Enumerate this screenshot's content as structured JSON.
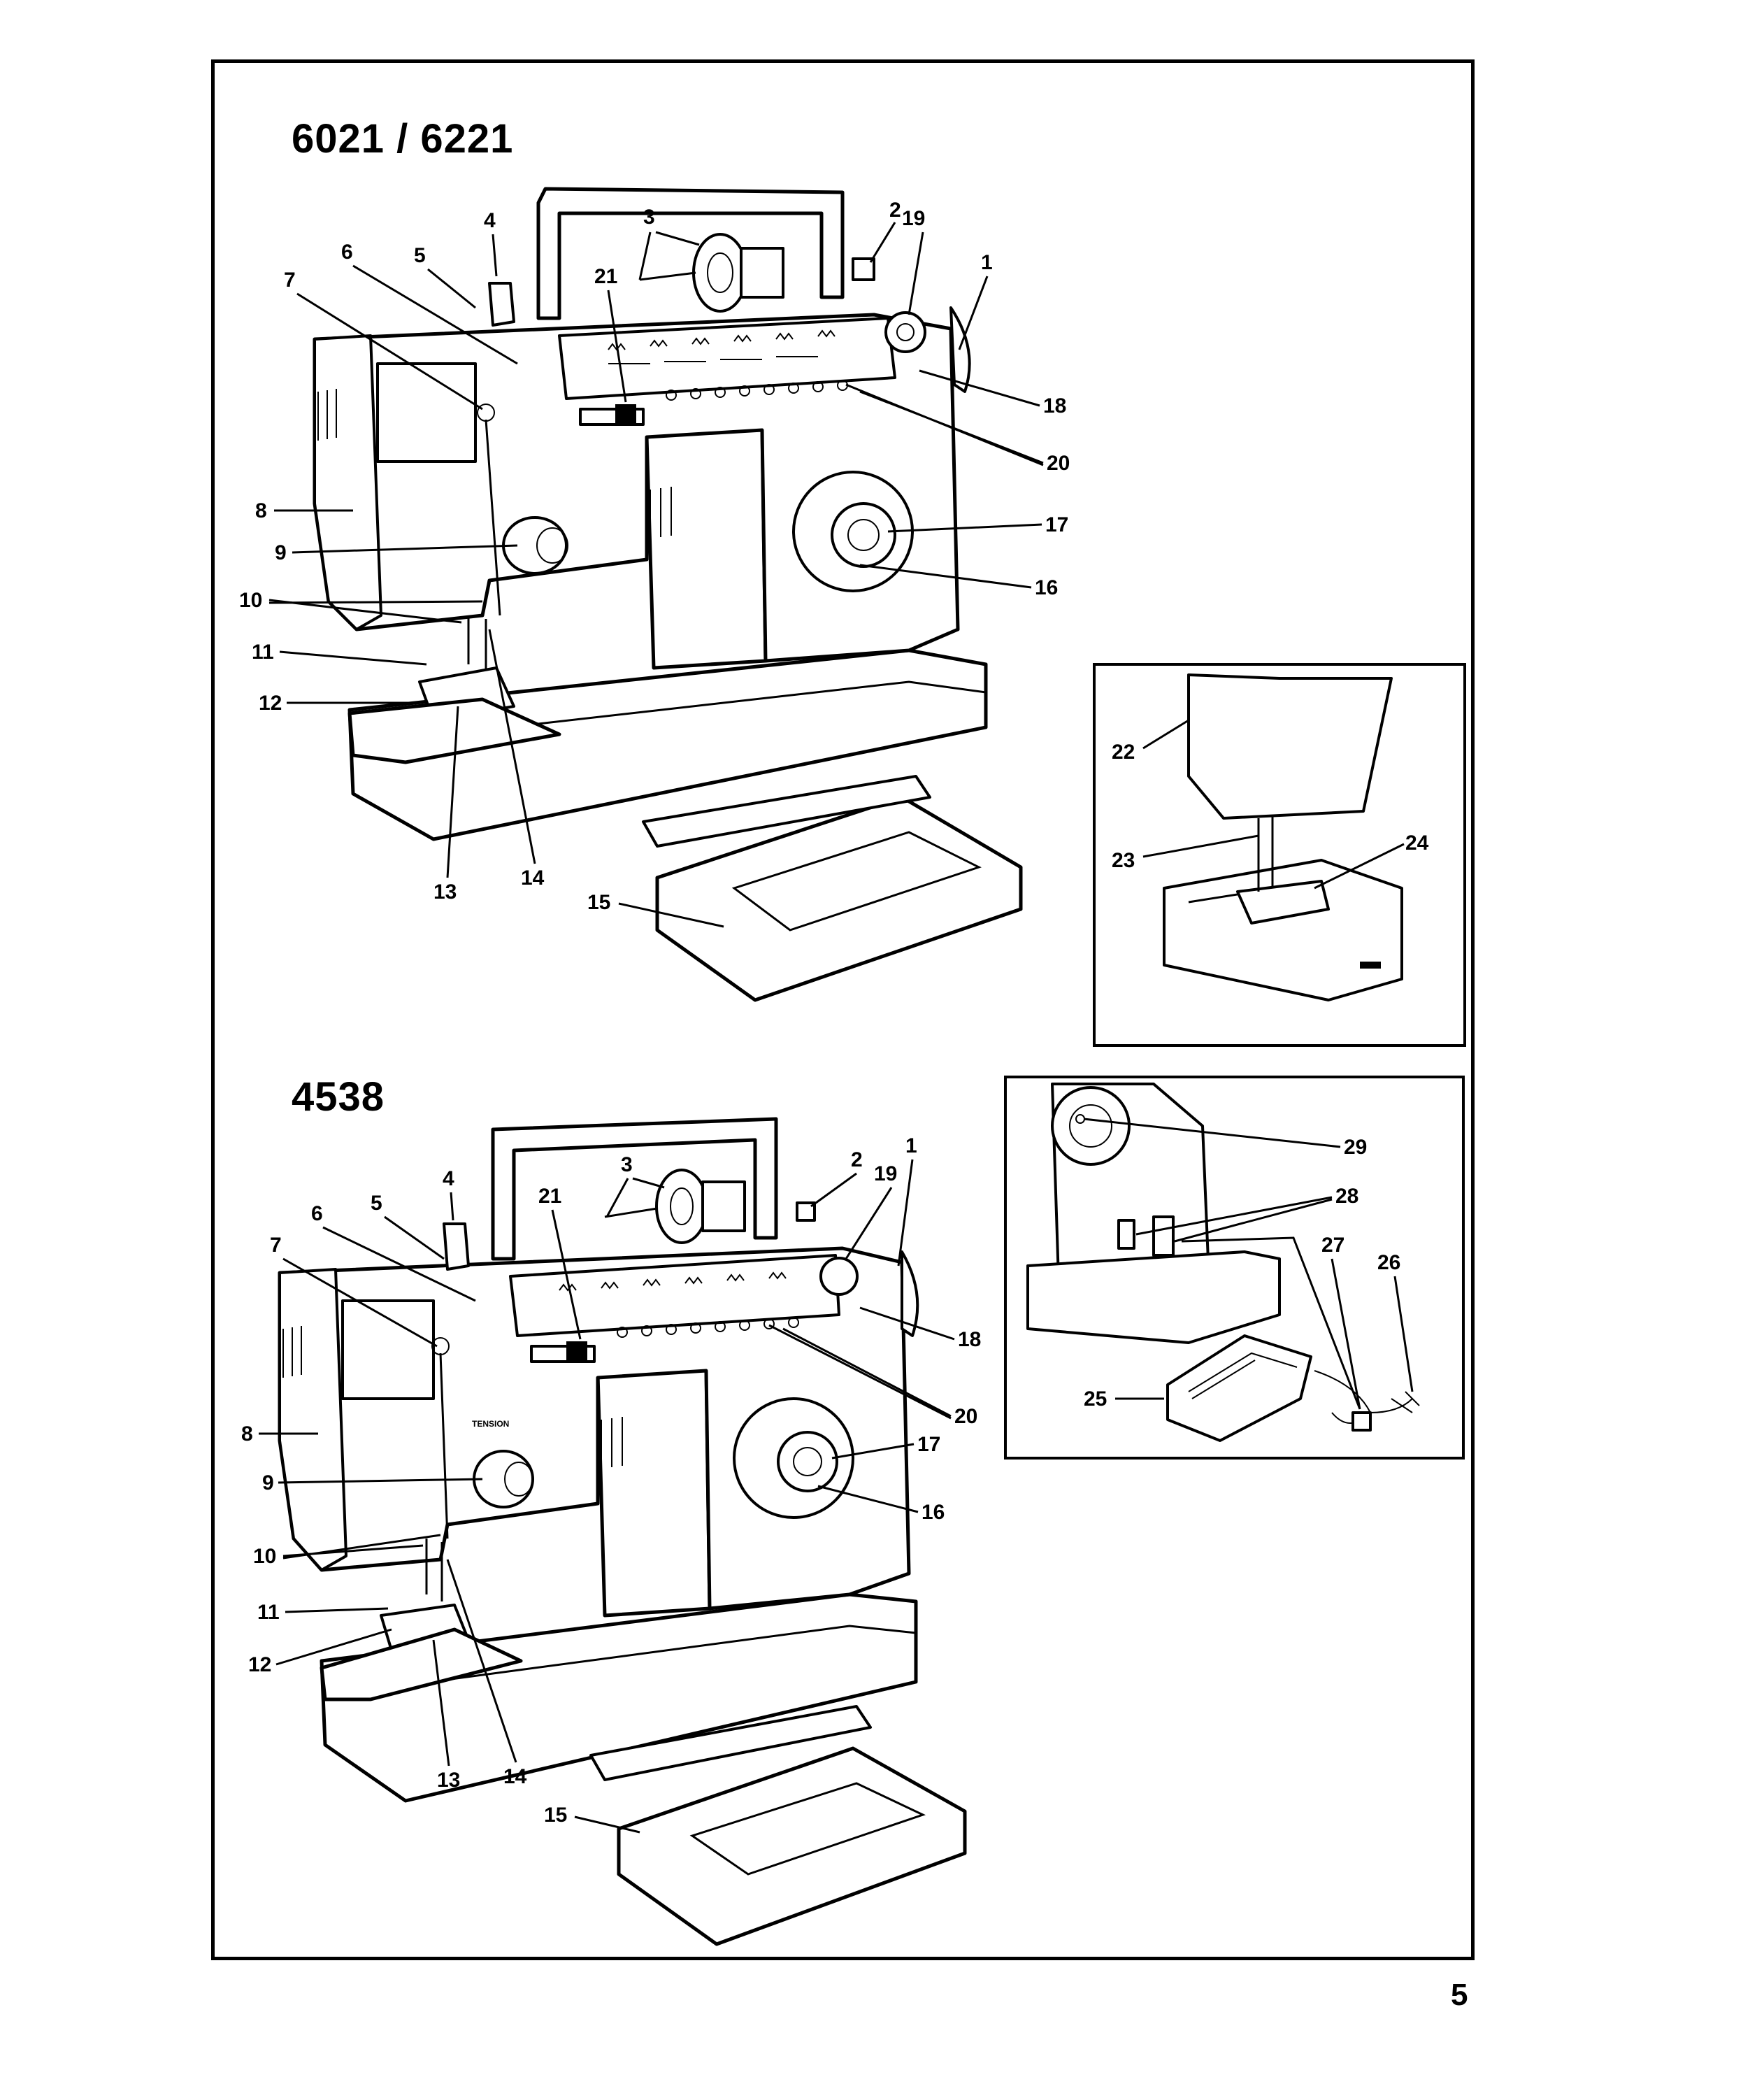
{
  "models": {
    "top": "6021 / 6221",
    "bottom": "4538"
  },
  "page_number": "5",
  "callouts_top": [
    "1",
    "2",
    "3",
    "4",
    "5",
    "6",
    "7",
    "8",
    "9",
    "10",
    "11",
    "12",
    "13",
    "14",
    "15",
    "16",
    "17",
    "18",
    "19",
    "20",
    "21"
  ],
  "callouts_inset_top": [
    "22",
    "23",
    "24"
  ],
  "callouts_inset_bottom": [
    "25",
    "26",
    "27",
    "28",
    "29"
  ],
  "callouts_bottom": [
    "1",
    "2",
    "3",
    "4",
    "5",
    "6",
    "7",
    "8",
    "9",
    "10",
    "11",
    "12",
    "13",
    "14",
    "15",
    "16",
    "17",
    "18",
    "19",
    "20",
    "21"
  ],
  "tension_label": "TENSION"
}
